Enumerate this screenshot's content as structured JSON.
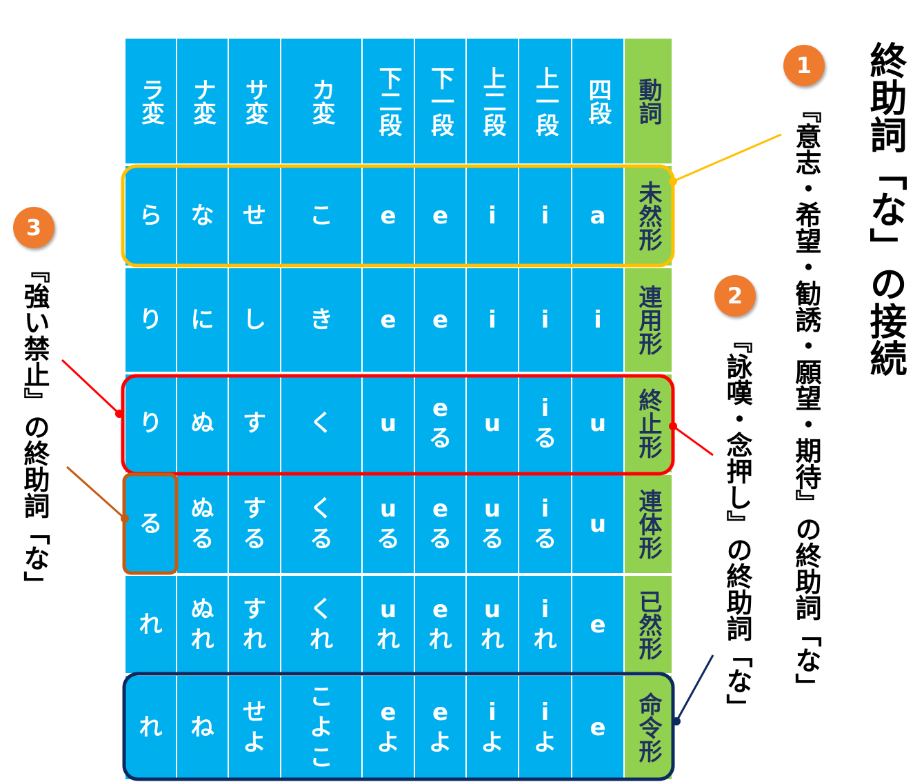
{
  "title": "終助詞「な」の接続",
  "columns": [
    "動詞",
    "四段",
    "上一段",
    "上二段",
    "下一段",
    "下二段",
    "カ変",
    "サ変",
    "ナ変",
    "ラ変"
  ],
  "rows": [
    {
      "form": "未然形",
      "cells": [
        "a",
        "i",
        "i",
        "e",
        "e",
        "こ",
        "せ",
        "な",
        "ら"
      ]
    },
    {
      "form": "連用形",
      "cells": [
        "i",
        "i",
        "i",
        "e",
        "e",
        "き",
        "し",
        "に",
        "り"
      ]
    },
    {
      "form": "終止形",
      "cells": [
        "u",
        "i\nる",
        "u",
        "e\nる",
        "u",
        "く",
        "す",
        "ぬ",
        "り"
      ]
    },
    {
      "form": "連体形",
      "cells": [
        "u",
        "i\nる",
        "u\nる",
        "e\nる",
        "u\nる",
        "く\nる",
        "す\nる",
        "ぬ\nる",
        "る"
      ]
    },
    {
      "form": "已然形",
      "cells": [
        "e",
        "i\nれ",
        "u\nれ",
        "e\nれ",
        "u\nれ",
        "く\nれ",
        "す\nれ",
        "ぬ\nれ",
        "れ"
      ]
    },
    {
      "form": "命令形",
      "cells": [
        "e",
        "i\nよ",
        "i\nよ",
        "e\nよ",
        "e\nよ",
        "こ\nよ\nこ",
        "せ\nよ",
        "ね",
        "れ"
      ]
    }
  ],
  "annotations": [
    {
      "number": "1",
      "text": "『意志・希望・勧誘・願望・期待』の終助詞「な」",
      "color": "#ffc000"
    },
    {
      "number": "2",
      "text": "『詠嘆・念押し』の終助詞「な」",
      "color": "#ff0000",
      "color2": "#0d2a5f"
    },
    {
      "number": "3",
      "text": "『強い禁止』の終助詞「な」",
      "color": "#ff0000",
      "color2": "#c55a11"
    }
  ],
  "colors": {
    "cell": "#00b0ee",
    "header": "#92d050",
    "badge": "#ef7b2f"
  }
}
